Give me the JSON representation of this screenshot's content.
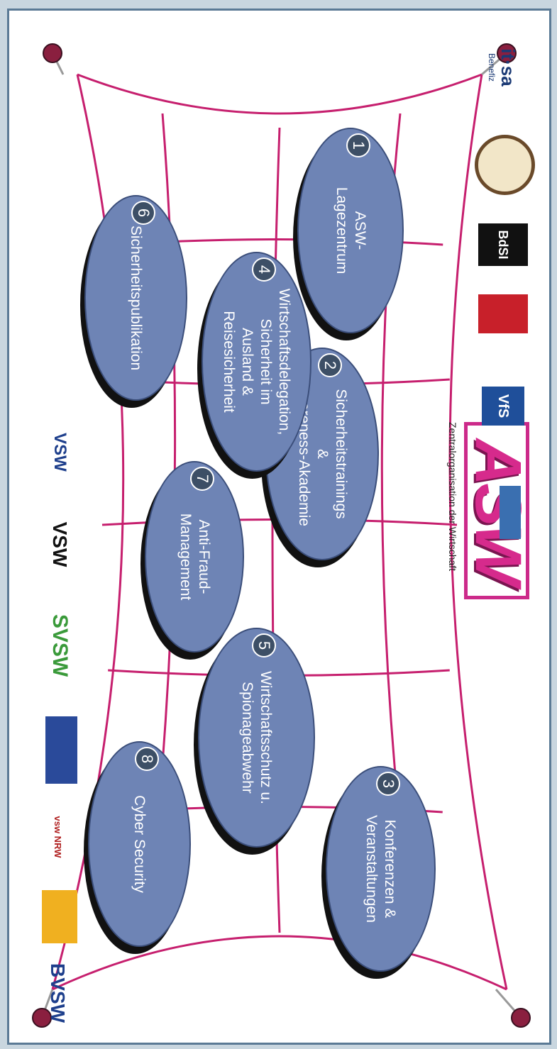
{
  "brand": {
    "logo_text": "ASW",
    "subtitle": "Zentralorganisation der Wirtschaft",
    "color": "#d62a8c"
  },
  "network": {
    "line_color": "#c61f6e",
    "pin_color": "#8a1f3f"
  },
  "fields": [
    {
      "number": "1",
      "label": "ASW-\nLagezentrum"
    },
    {
      "number": "2",
      "label": "Sicherheitstrainings\n&\nAwareness-Akademie"
    },
    {
      "number": "3",
      "label": "Konferenzen &\nVeranstaltungen"
    },
    {
      "number": "4",
      "label": "Wirtschaftsdelegation,\nSicherheit im\nAusland  &\nReisesicherheit"
    },
    {
      "number": "5",
      "label": "Wirtschaftsschutz u.\nSpionageabwehr"
    },
    {
      "number": "6",
      "label": "Sicherheitspublikation"
    },
    {
      "number": "7",
      "label": "Anti-Fraud-\nManagement"
    },
    {
      "number": "8",
      "label": "Cyber Security"
    }
  ],
  "sponsors_top": [
    {
      "id": "itsa",
      "text": "it·sa",
      "sub": "Benefiz",
      "color": "#1b3a75"
    },
    {
      "id": "seal",
      "text": "",
      "color": "#6a4a2a"
    },
    {
      "id": "bdsi",
      "text": "BdSI",
      "color": "#111111"
    },
    {
      "id": "red",
      "text": "",
      "color": "#c8202a"
    },
    {
      "id": "vfs",
      "text": "VfS",
      "color": "#1f4f9a"
    },
    {
      "id": "blue-small",
      "text": "",
      "color": "#3a6fb0"
    }
  ],
  "sponsors_bottom": [
    {
      "id": "vsw-left",
      "text": "VSW",
      "color": "#1e3f8c"
    },
    {
      "id": "vsw",
      "text": "VSW",
      "color": "#111111"
    },
    {
      "id": "svsw",
      "text": "SVSW",
      "color": "#3a9a3a"
    },
    {
      "id": "blue-rect",
      "text": "",
      "color": "#2a4a9a"
    },
    {
      "id": "vsw-nrw",
      "text": "vsw NRW",
      "color": "#b02020"
    },
    {
      "id": "yellow",
      "text": "",
      "color": "#f0b020"
    },
    {
      "id": "bvsw",
      "text": "BVSW",
      "color": "#1e3f8c"
    }
  ]
}
